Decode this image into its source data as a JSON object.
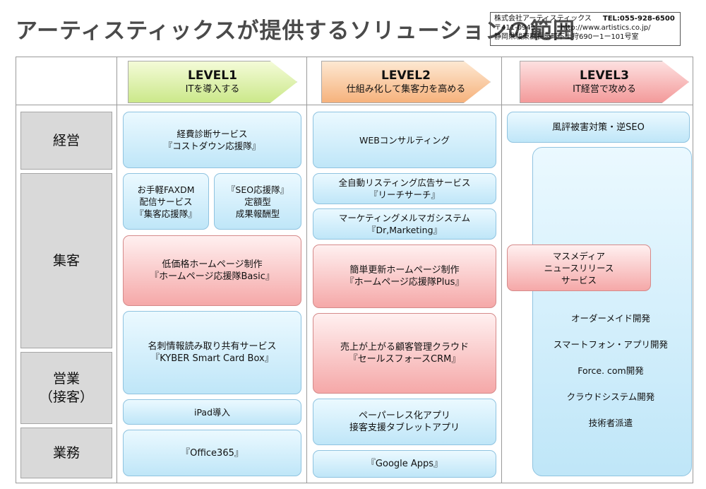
{
  "header": {
    "title": "アーティスティックスが提供するソリューションの範囲",
    "company": "株式会社アーティスティックス",
    "tel": "TEL:055-928-6500",
    "postal": "〒411-0943",
    "url": "http://www.artistics.co.jp/",
    "address": "静岡県駿東郡長泉町下土狩690ー1ー101号室"
  },
  "levels": [
    {
      "name": "LEVEL1",
      "desc": "ITを導入する"
    },
    {
      "name": "LEVEL2",
      "desc": "仕組み化して集客力を高める"
    },
    {
      "name": "LEVEL3",
      "desc": "IT経営で攻める"
    }
  ],
  "categories": [
    "経営",
    "集客",
    "営業\n（接客）",
    "業務"
  ],
  "col1": {
    "keiei": "経費診断サービス\n『コストダウン応援隊』",
    "fax": "お手軽FAXDM\n配信サービス\n『集客応援隊』",
    "seo": "『SEO応援隊』\n定額型\n成果報酬型",
    "hp_basic": "低価格ホームページ制作\n『ホームページ応援隊Basic』",
    "meishi": "名刺情報読み取り共有サービス\n『KYBER Smart Card Box』",
    "ipad": "iPad導入",
    "office": "『Office365』"
  },
  "col2": {
    "web_consulting": "WEBコンサルティング",
    "listing": "全自動リスティング広告サービス\n『リーチサーチ』",
    "marketing": "マーケティングメルマガシステム\n『Dr,Marketing』",
    "hp_plus": "簡単更新ホームページ制作\n『ホームページ応援隊Plus』",
    "salesforce": "売上が上がる顧客管理クラウド\n『セールスフォースCRM』",
    "paperless": "ペーパーレス化アプリ\n接客支援タブレットアプリ",
    "google": "『Google Apps』"
  },
  "col3": {
    "fuhyo": "風評被害対策・逆SEO",
    "massmedia": "マスメディア\nニュースリリース\nサービス",
    "list": [
      "オーダーメイド開発",
      "スマートフォン・アプリ開発",
      "Force. com開発",
      "クラウドシステム開発",
      "技術者派遣"
    ]
  },
  "colors": {
    "blue_box": "#bfe6f8",
    "pink_box": "#f5a8a8",
    "category_gray": "#d9d9d9",
    "level1": "#cbe88a",
    "level2": "#f6b27c",
    "level3": "#f39a9a"
  }
}
